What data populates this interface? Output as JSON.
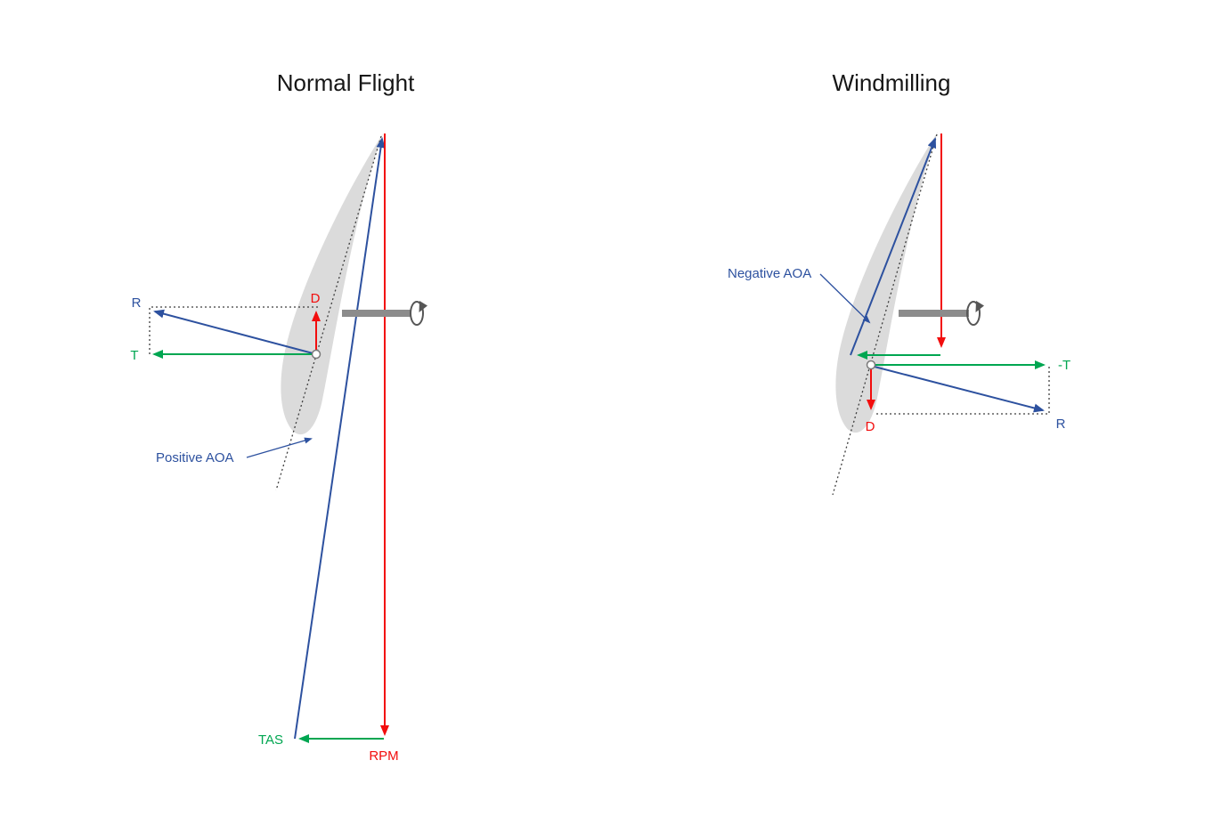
{
  "colors": {
    "vector_blue": "#2D519F",
    "vector_green": "#00A651",
    "vector_red": "#F20D0D",
    "airfoil_gray": "#DBDBDB",
    "shaft_gray": "#8C8C8C",
    "rotation_icon_gray": "#565656",
    "dotted_line": "#3E3E3E",
    "title_text": "#161616",
    "background": "#FFFFFF"
  },
  "icons": {
    "rotation_direction": "ellipse-with-clockwise-arrow"
  },
  "diagrams": {
    "normal": {
      "title": "Normal Flight",
      "aoa_label": "Positive AOA",
      "resultant_label": "R",
      "thrust_label": "T",
      "drag_label": "D",
      "tas_label": "TAS",
      "rpm_label": "RPM"
    },
    "windmilling": {
      "title": "Windmilling",
      "aoa_label": "Negative AOA",
      "resultant_label": "R",
      "negative_thrust_label": "-T",
      "drag_label": "D"
    }
  }
}
